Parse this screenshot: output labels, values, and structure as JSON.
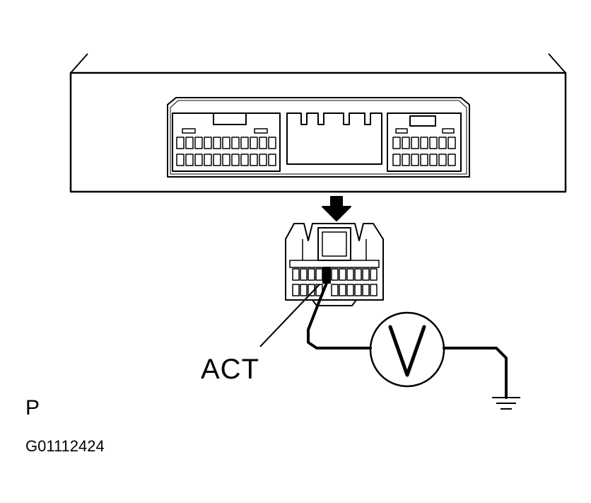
{
  "labels": {
    "terminal": "ACT",
    "corner_mark": "P",
    "figure_code": "G01112424",
    "meter_symbol": "V"
  },
  "colors": {
    "line": "#000000",
    "background": "#ffffff"
  },
  "icons": {
    "arrow": "arrow-down-icon",
    "meter": "voltmeter-icon",
    "ground": "ground-icon"
  }
}
